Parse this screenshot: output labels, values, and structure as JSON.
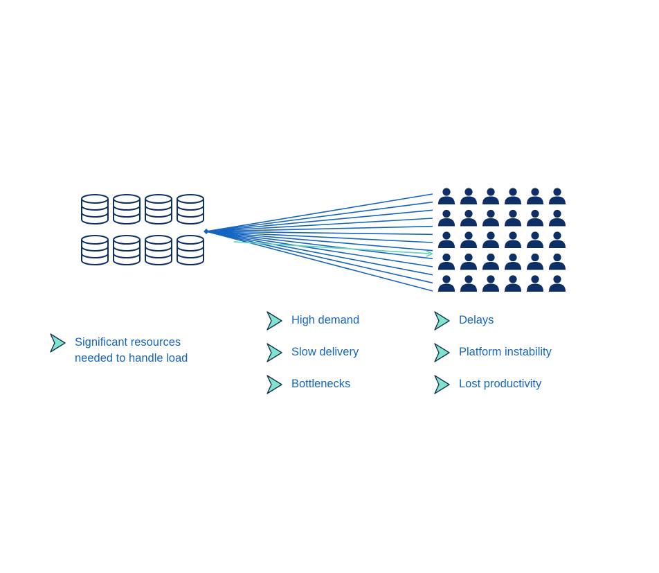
{
  "colors": {
    "database_stroke": "#0d2f66",
    "user_fill": "#0d2f66",
    "line_blue": "#1565c0",
    "line_highlight": "#66d4b5",
    "arrow_fill": "#7fe3cf",
    "arrow_stroke": "#1b3350",
    "text": "#1565c0"
  },
  "icons": {
    "database": "database-icon",
    "user": "user-icon",
    "bullet": "chevron-arrow-icon"
  },
  "databases": {
    "count": 8,
    "rows": 2,
    "cols": 4
  },
  "users": {
    "count": 30,
    "rows": 5,
    "cols": 6
  },
  "bullets": {
    "resources": "Significant resources\nneeded to handle load",
    "middle": [
      "High demand",
      "Slow delivery",
      "Bottlenecks"
    ],
    "right": [
      "Delays",
      "Platform instability",
      "Lost productivity"
    ]
  }
}
